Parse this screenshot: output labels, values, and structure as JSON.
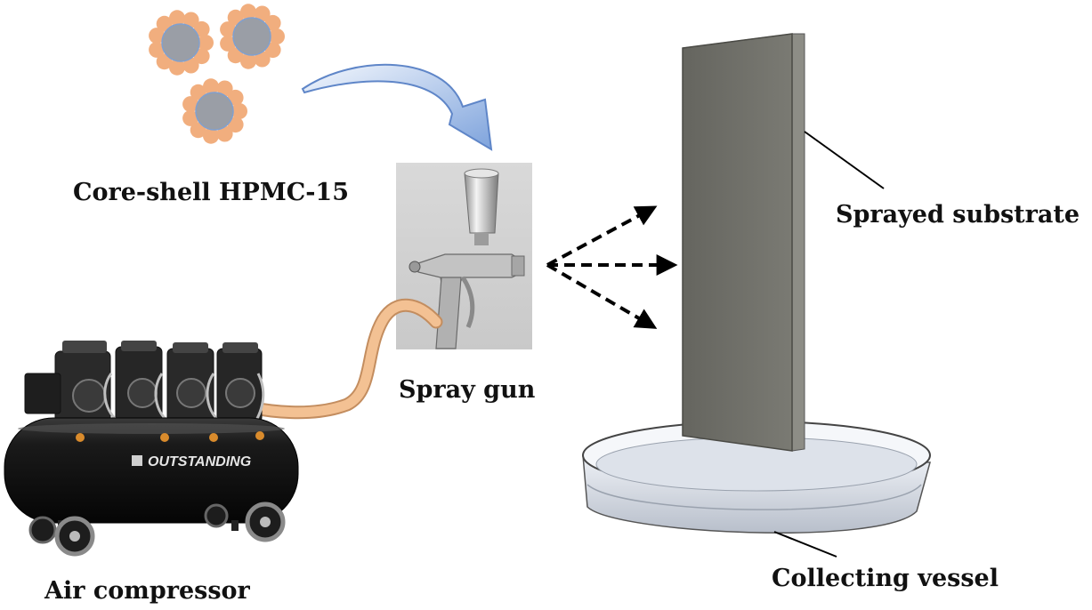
{
  "labels": {
    "particles": "Core-shell HPMC-15",
    "spray_gun": "Spray gun",
    "substrate": "Sprayed substrate",
    "compressor": "Air compressor",
    "vessel": "Collecting vessel"
  },
  "compressor_brand": "OUTSTANDING",
  "colors": {
    "particle_core": "#9a9ea6",
    "particle_shell": "#f1ae7e",
    "arrow_fill": "#8fb0e0",
    "substrate": "#6f6f69",
    "hose": "#f3c193",
    "tank": "#141414"
  }
}
